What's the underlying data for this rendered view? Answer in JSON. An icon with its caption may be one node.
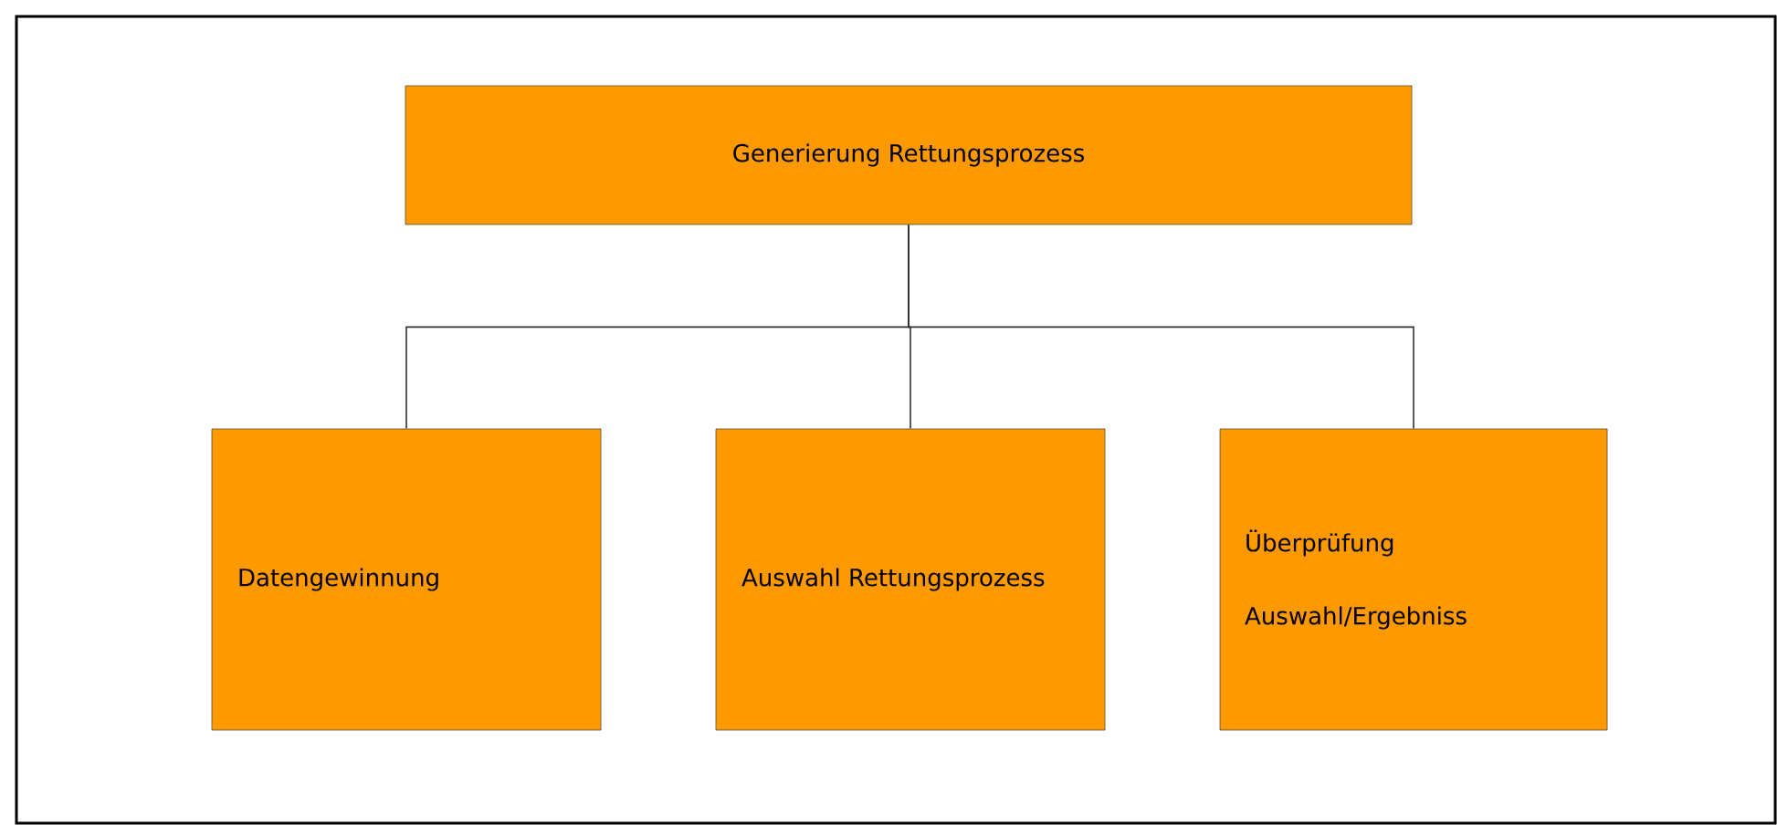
{
  "diagram": {
    "nodes": [
      {
        "text": [
          "Generierung Rettungsprozess"
        ]
      },
      {
        "text": [
          "Datengewinnung"
        ]
      },
      {
        "text": [
          "Auswahl Rettungsprozess"
        ]
      },
      {
        "text": [
          "Überprüfung Auswahl/Ergebniss"
        ]
      }
    ],
    "edges": [
      {
        "from": 0,
        "to": 1,
        "arrow": "none"
      },
      {
        "from": 0,
        "to": 2,
        "arrow": "none"
      },
      {
        "from": 0,
        "to": 3,
        "arrow": "none"
      }
    ]
  }
}
